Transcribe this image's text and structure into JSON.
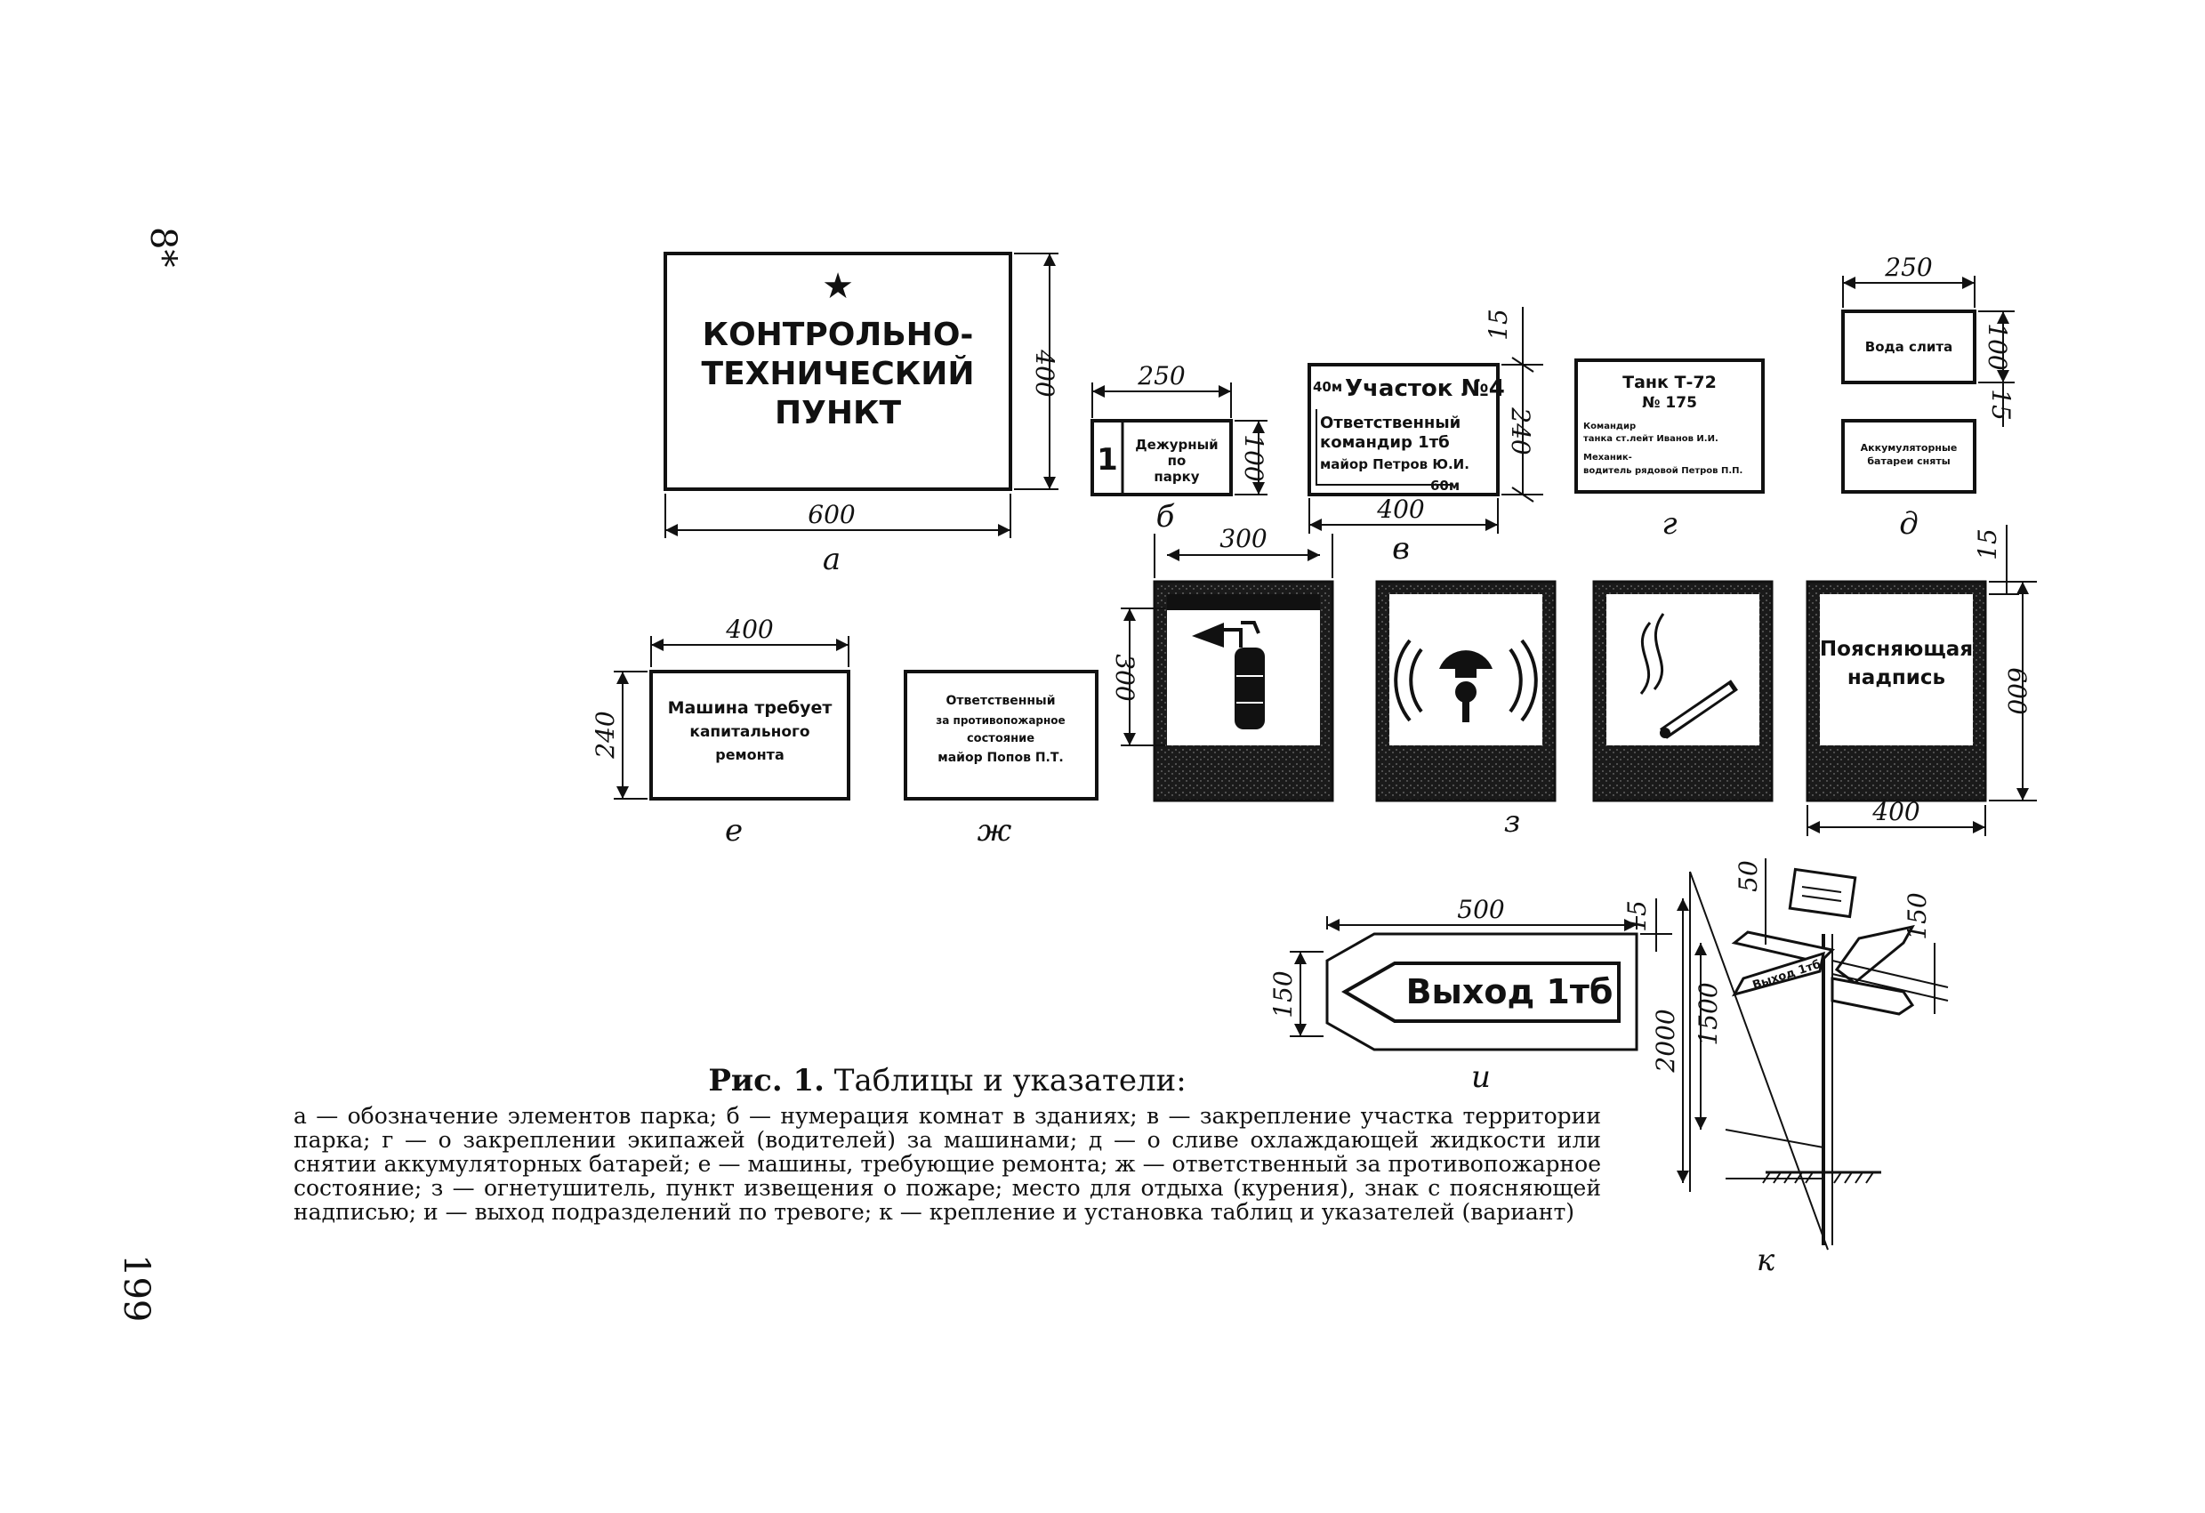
{
  "page": {
    "top_mark": "8*",
    "page_number": "199"
  },
  "signs": {
    "a": {
      "star": "★",
      "lines": [
        "КОНТРОЛЬНО-",
        "ТЕХНИЧЕСКИЙ",
        "ПУНКТ"
      ],
      "dim_w": "600",
      "dim_h": "400",
      "label": "а"
    },
    "b": {
      "number": "1",
      "lines": [
        "Дежурный",
        "по",
        "парку"
      ],
      "dim_w": "250",
      "dim_h": "100",
      "label": "б"
    },
    "v": {
      "dist_top": "40м",
      "title": "Участок №4",
      "lines": [
        "Ответственный",
        "командир 1тб",
        "майор  Петров Ю.И."
      ],
      "dist_bottom": "60м",
      "dim_w": "400",
      "dim_h": "240",
      "dim_margin": "15",
      "label": "в"
    },
    "g": {
      "lines": [
        "Танк Т-72",
        "№ 175"
      ],
      "small_lines": [
        "Командир",
        "танка  ст.лейт  Иванов И.И.",
        "Механик-",
        "водитель  рядовой  Петров П.П."
      ],
      "label": "г"
    },
    "d": {
      "top_text": "Вода слита",
      "bottom_lines": [
        "Аккумуляторные",
        "батареи сняты"
      ],
      "dim_w": "250",
      "dim_h": "100",
      "dim_gap": "15",
      "label": "д"
    },
    "e": {
      "lines": [
        "Машина требует",
        "капитального",
        "ремонта"
      ],
      "dim_w": "400",
      "dim_h": "240",
      "label": "е"
    },
    "zh": {
      "lines": [
        "Ответственный",
        "за противопожарное",
        "состояние"
      ],
      "person": "майор   Попов П.Т.",
      "label": "ж"
    },
    "z": {
      "dim_inner": "300",
      "dim_inner_h": "300",
      "explain_lines": [
        "Поясняющая",
        "надпись"
      ],
      "dim_w": "400",
      "dim_h": "600",
      "dim_margin": "15",
      "label": "з",
      "icons": [
        "fire-extinguisher-icon",
        "fire-alarm-icon",
        "smoking-place-icon"
      ]
    },
    "i": {
      "text": "Выход 1тб",
      "dim_w": "500",
      "dim_h": "150",
      "dim_margin": "15",
      "label": "и"
    },
    "k": {
      "dims": [
        "50",
        "150",
        "1500",
        "2000"
      ],
      "arrow_text": "Выход 1тб",
      "label": "к"
    }
  },
  "caption": {
    "title_prefix": "Рис. 1.",
    "title": "Таблицы и указатели:",
    "body": "а — обозначение элементов парка; б — нумерация комнат в зданиях; в — закрепление участка территории парка; г — о закреплении экипажей (водителей) за машинами; д — о сливе охлаждающей жидкости или снятии аккумуляторных батарей; е — машины, требующие ремонта; ж — ответственный за противопожарное состояние; з — огнетушитель, пункт извещения о пожаре; место для отдыха (курения), знак с поясняющей надписью; и — выход подразделений по тревоге; к — крепление и установка таблиц и указателей (вариант)"
  }
}
